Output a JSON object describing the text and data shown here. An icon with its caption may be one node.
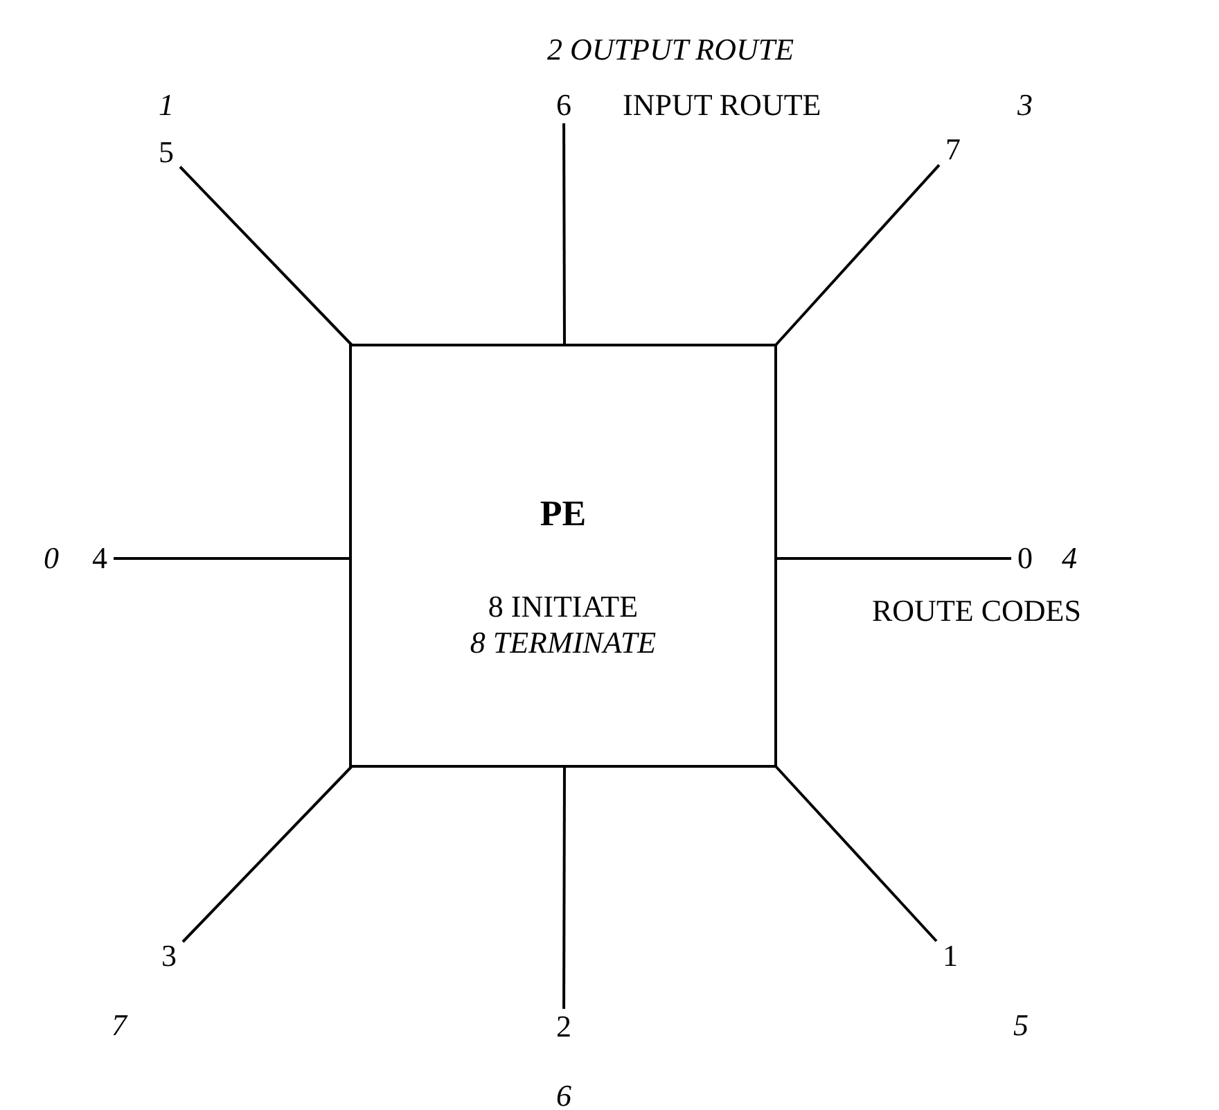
{
  "diagram": {
    "nodes": [
      {
        "text": [
          "PE",
          "8 INITIATE",
          "8 TERMINATE"
        ]
      },
      {
        "text": [
          "5"
        ],
        "beside": [
          "1"
        ]
      },
      {
        "text": [
          "6"
        ],
        "beside": [
          "2 OUTPUT ROUTE"
        ]
      },
      {
        "text": [
          "7"
        ],
        "beside": [
          "3"
        ]
      },
      {
        "text": [
          "4"
        ],
        "beside": [
          "0"
        ]
      },
      {
        "text": [
          "0"
        ],
        "beside": [
          "4"
        ]
      },
      {
        "text": [
          "3"
        ],
        "beside": [
          "7"
        ]
      },
      {
        "text": [
          "2"
        ],
        "beside": [
          "6"
        ]
      },
      {
        "text": [
          "1"
        ],
        "beside": [
          "5"
        ]
      }
    ],
    "edges": [
      {
        "from": 0,
        "to": 1,
        "arrow": "none"
      },
      {
        "from": 0,
        "to": 2,
        "arrow": "none"
      },
      {
        "from": 0,
        "to": 3,
        "arrow": "none"
      },
      {
        "from": 0,
        "to": 4,
        "arrow": "none"
      },
      {
        "from": 0,
        "to": 5,
        "arrow": "none"
      },
      {
        "from": 0,
        "to": 6,
        "arrow": "none"
      },
      {
        "from": 0,
        "to": 7,
        "arrow": "none"
      },
      {
        "from": 0,
        "to": 8,
        "arrow": "none"
      }
    ],
    "labels": [
      "INPUT ROUTE",
      "ROUTE CODES"
    ]
  }
}
